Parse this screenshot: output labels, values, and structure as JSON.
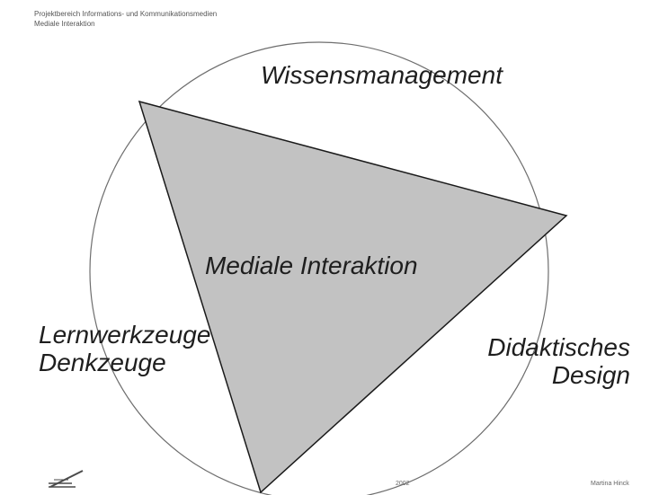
{
  "header": {
    "line1": "Projektbereich Informations- und Kommunikationsmedien",
    "line2": "Mediale Interaktion"
  },
  "diagram": {
    "top_label": "Wissensmanagement",
    "center_label": "Mediale Interaktion",
    "left_label_line1": "Lernwerkzeuge",
    "left_label_line2": "Denkzeuge",
    "right_label_line1": "Didaktisches",
    "right_label_line2": "Design",
    "colors": {
      "triangle_fill": "#c2c2c2",
      "outline": "#1a1a1a",
      "circle": "#6e6e6e"
    }
  },
  "footer": {
    "logo_icon": "stylized-pen-logo-icon",
    "year": "2002",
    "author": "Martina Hinck"
  }
}
